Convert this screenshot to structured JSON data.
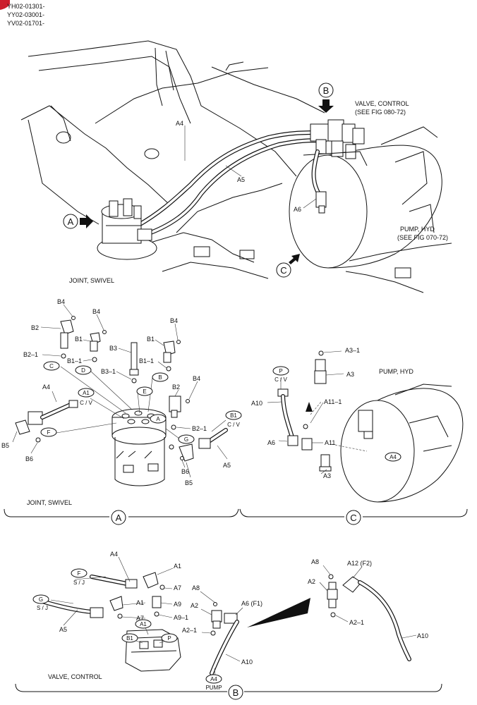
{
  "serial_numbers": [
    "YH02-01301-",
    "YY02-03001-",
    "YV02-01701-"
  ],
  "callouts": {
    "A": "A",
    "B": "B",
    "C": "C"
  },
  "top_view": {
    "valve_control": "VALVE, CONTROL",
    "valve_control_ref": "(SEE FIG 080-72)",
    "pump_hyd": "PUMP, HYD",
    "pump_hyd_ref": "(SEE FIG 070-72)",
    "joint_swivel": "JOINT, SWIVEL",
    "a4": "A4",
    "a5": "A5",
    "a6": "A6"
  },
  "section_a": {
    "title": "JOINT, SWIVEL",
    "labels": {
      "b4_1": "B4",
      "b4_2": "B4",
      "b4_3": "B4",
      "b4_4": "B4",
      "b2_1": "B2",
      "b2_2": "B2",
      "b1_1": "B1",
      "b1_2": "B1",
      "b2_1_1": "B2–1",
      "b2_1_2": "B2–1",
      "b1_1_1": "B1–1",
      "b1_1_2": "B1–1",
      "b3": "B3",
      "b3_1": "B3–1",
      "a4": "A4",
      "a5": "A5",
      "b5_1": "B5",
      "b5_2": "B5",
      "b6_1": "B6",
      "b6_2": "B6"
    },
    "port_tags": {
      "c": "C",
      "d": "D",
      "e": "E",
      "b": "B",
      "a": "A",
      "f": "F",
      "g": "G",
      "a1": "A1",
      "b1": "B1"
    },
    "port_sub": {
      "a1_cv": "C / V",
      "b1_cv": "C / V"
    }
  },
  "section_c": {
    "title": "PUMP, HYD",
    "labels": {
      "a3_1": "A3–1",
      "a3_top": "A3",
      "a3_bot": "A3",
      "a10": "A10",
      "a11_1": "A11–1",
      "a11": "A11",
      "a6": "A6",
      "a4_tag": "A4"
    },
    "port_tags": {
      "p": "P"
    },
    "port_sub": {
      "p_cv": "C / V"
    }
  },
  "section_b": {
    "title": "VALVE, CONTROL",
    "labels": {
      "a4": "A4",
      "a1_1": "A1",
      "a1_2": "A1",
      "a7_1": "A7",
      "a7_2": "A7",
      "a8_1": "A8",
      "a8_2": "A8",
      "a9": "A9",
      "a9_1": "A9–1",
      "a2_1": "A2",
      "a2_2": "A2",
      "a2_1_1": "A2–1",
      "a2_1_2": "A2–1",
      "a5": "A5",
      "a6_f1": "A6 (F1)",
      "a10_1": "A10",
      "a10_2": "A10",
      "a12_f2": "A12 (F2)",
      "pump": "PUMP"
    },
    "port_tags": {
      "f": "F",
      "g": "G",
      "a1": "A1",
      "b1": "B1",
      "p": "P",
      "a4": "A4"
    },
    "port_sub": {
      "f_sj": "S / J",
      "g_sj": "S / J"
    }
  },
  "colors": {
    "ink": "#111111",
    "background": "#ffffff",
    "red_corner": "#cc1f2d"
  },
  "icons": [
    "arrow-right-icon",
    "arrow-down-icon",
    "arrow-up-right-icon",
    "wedge-arrow-icon"
  ]
}
